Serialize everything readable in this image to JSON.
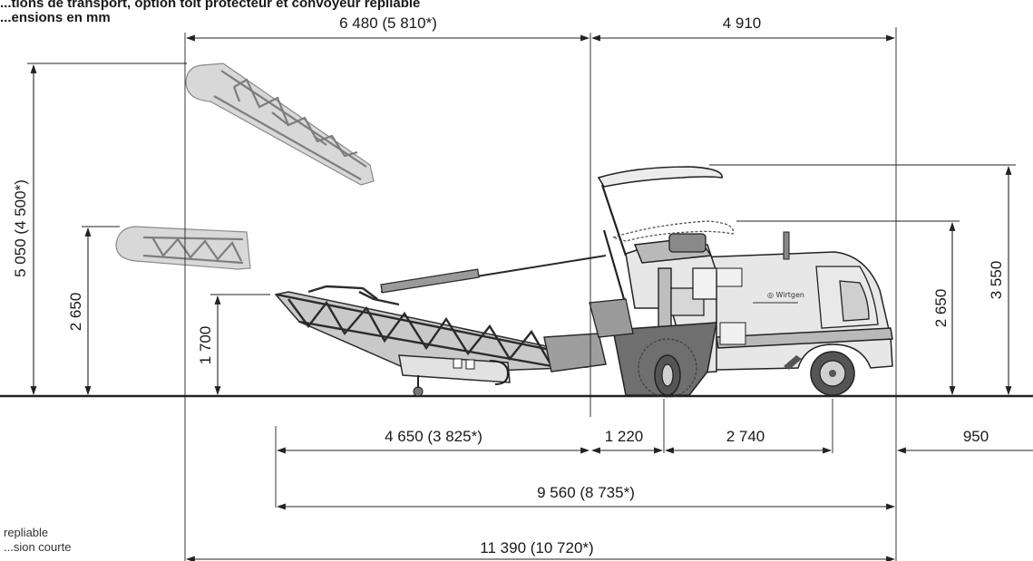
{
  "header": {
    "title_fragment": "...ensions en mm",
    "partial_heading": "...tions de transport, option toit protecteur et convoyeur repliable"
  },
  "footnote": {
    "line1": "repliable",
    "line2": "...sion courte"
  },
  "dimensions": {
    "top_left": "6 480 (5 810*)",
    "top_right": "4 910",
    "height_conveyor_raised": "5 050 (4 500*)",
    "height_conveyor_folded": "2 650",
    "height_conveyor_low": "1 700",
    "height_machine_canopy_folded": "2 650",
    "height_machine_canopy_up": "3 550",
    "conveyor_overhang": "4 650 (3 825*)",
    "front_to_drum": "1 220",
    "wheelbase": "2 740",
    "rear_overhang": "950",
    "length_machine": "9 560 (8 735*)",
    "length_total": "11 390 (10 720*)"
  },
  "colors": {
    "line": "#222222",
    "machine_light": "#e7e7e7",
    "machine_mid": "#b9b9b9",
    "machine_dark": "#6f6f6f",
    "conveyor_phantom": "#d8d8d8"
  }
}
